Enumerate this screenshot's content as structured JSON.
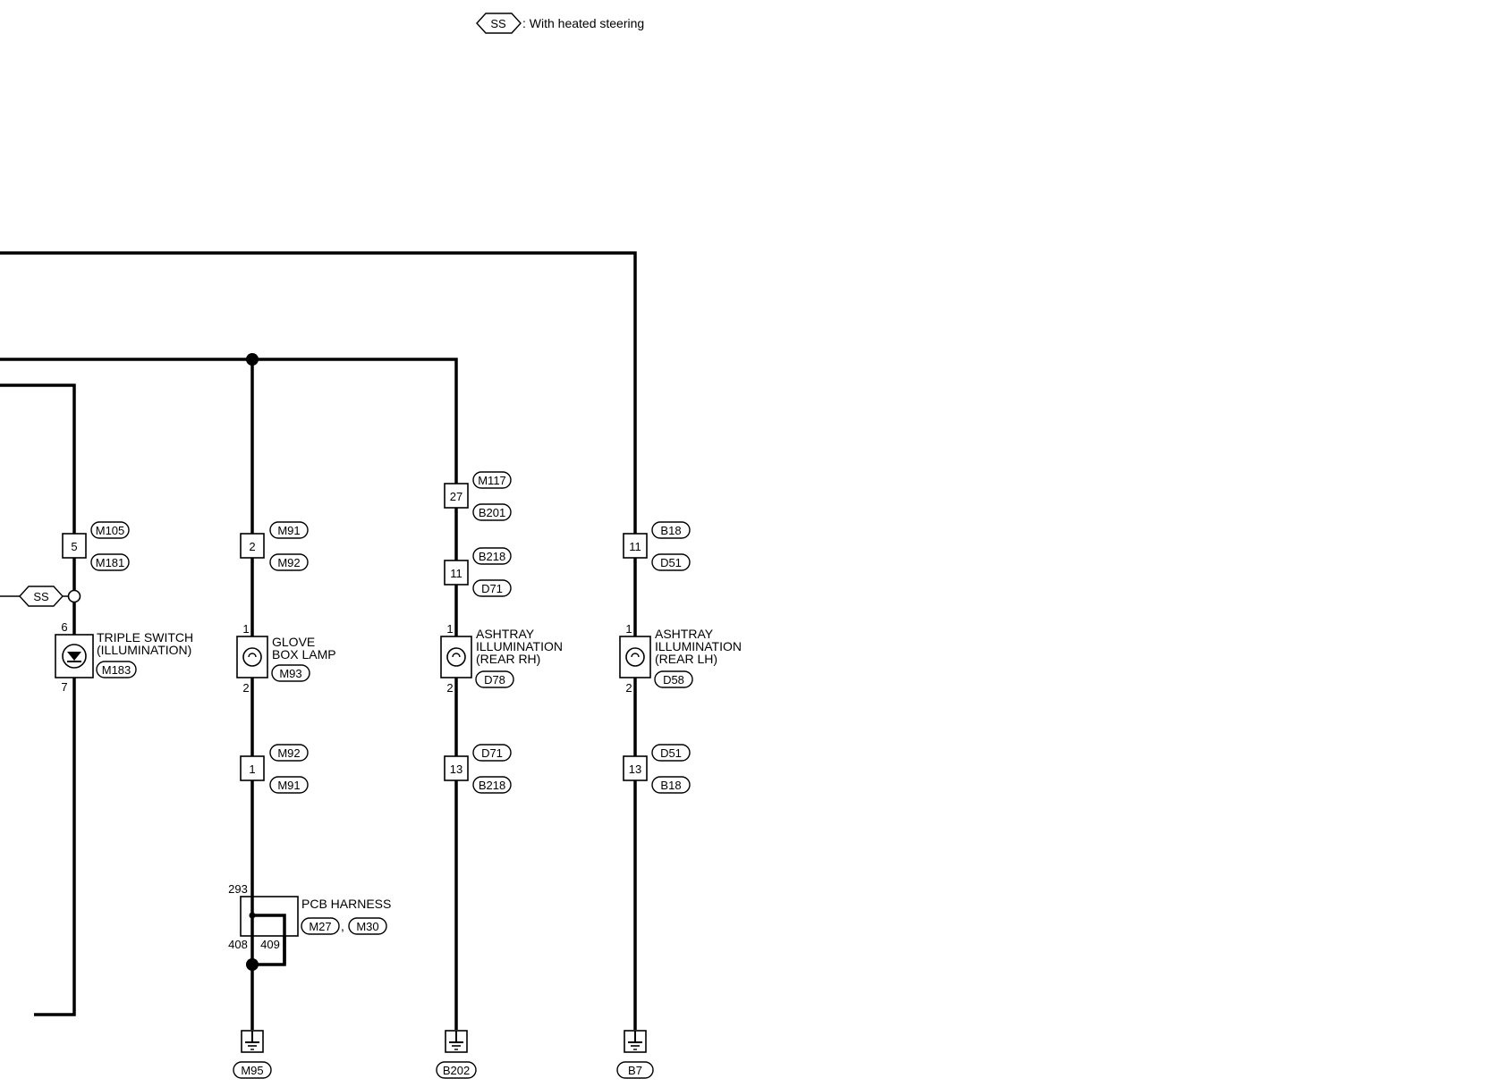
{
  "legend": {
    "tag": "SS",
    "text": ": With heated steering"
  },
  "ss_tag": "SS",
  "wire1": {
    "connectors": {
      "pin": "5",
      "top": "M105",
      "bottom": "M181"
    }
  },
  "triple_switch": {
    "name_line1": "TRIPLE SWITCH",
    "name_line2": "(ILLUMINATION)",
    "connector": "M183",
    "pin_top": "6",
    "pin_bottom": "7"
  },
  "wire2": {
    "upper": {
      "pin": "2",
      "top": "M91",
      "bottom": "M92"
    },
    "lamp": {
      "name_line1": "GLOVE",
      "name_line2": "BOX LAMP",
      "connector": "M93",
      "pin_top": "1",
      "pin_bottom": "2"
    },
    "lower": {
      "pin": "1",
      "top": "M92",
      "bottom": "M91"
    },
    "pcb": {
      "name": "PCB HARNESS",
      "conn1": "M27",
      "sep": ",",
      "conn2": "M30",
      "pin_in": "293",
      "pin_a": "408",
      "pin_b": "409"
    },
    "ground": "M95"
  },
  "wire3": {
    "upper": {
      "pin": "27",
      "top": "M117",
      "bottom": "B201"
    },
    "middle": {
      "pin": "11",
      "top": "B218",
      "bottom": "D71"
    },
    "lamp": {
      "name_line1": "ASHTRAY",
      "name_line2": "ILLUMINATION",
      "name_line3": "(REAR RH)",
      "connector": "D78",
      "pin_top": "1",
      "pin_bottom": "2"
    },
    "lower": {
      "pin": "13",
      "top": "D71",
      "bottom": "B218"
    },
    "ground": "B202"
  },
  "wire4": {
    "upper": {
      "pin": "11",
      "top": "B18",
      "bottom": "D51"
    },
    "lamp": {
      "name_line1": "ASHTRAY",
      "name_line2": "ILLUMINATION",
      "name_line3": "(REAR LH)",
      "connector": "D58",
      "pin_top": "1",
      "pin_bottom": "2"
    },
    "lower": {
      "pin": "13",
      "top": "D51",
      "bottom": "B18"
    },
    "ground": "B7"
  }
}
